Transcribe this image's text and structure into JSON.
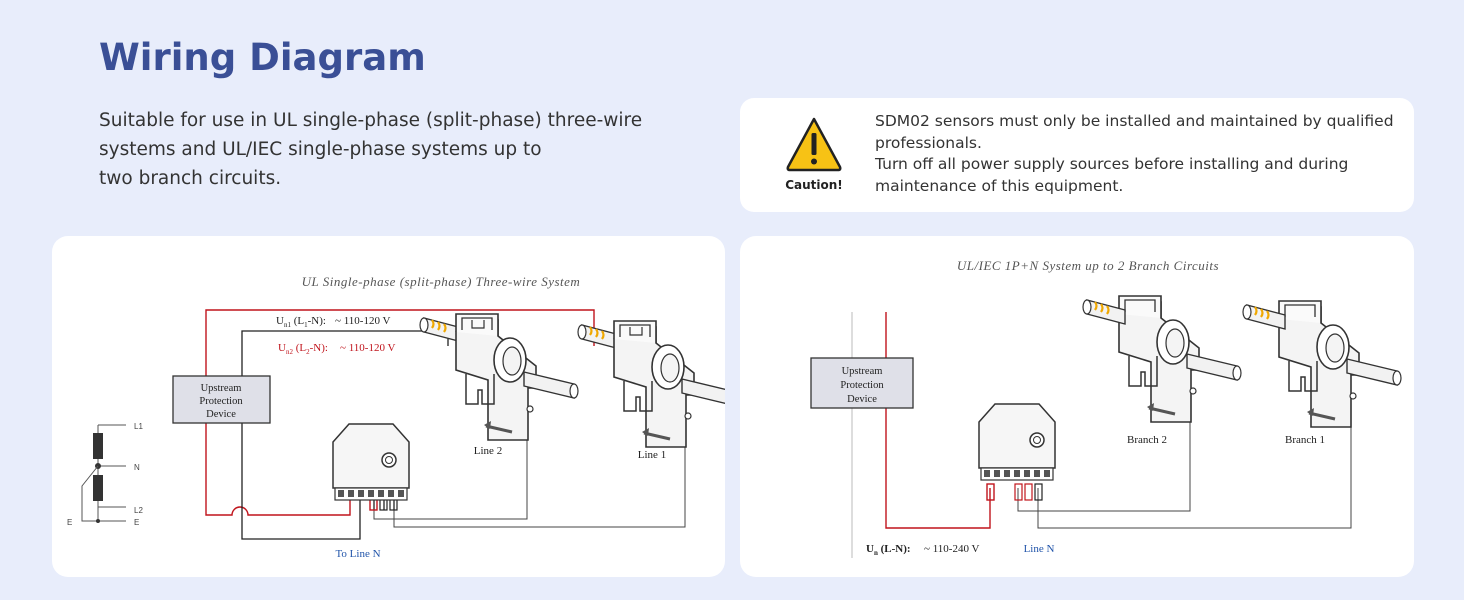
{
  "header": {
    "title": "Wiring Diagram",
    "description_lines": [
      "Suitable for use in UL single-phase (split-phase) three-wire",
      "systems and UL/IEC single-phase systems up to",
      "two branch circuits."
    ]
  },
  "caution": {
    "label": "Caution!",
    "icon": "warning-triangle-icon",
    "lines": [
      "SDM02 sensors must only be installed and maintained by qualified",
      "professionals.",
      "Turn off all power supply sources before installing and during",
      "maintenance of this equipment."
    ]
  },
  "diagram_ul": {
    "title": "UL Single-phase (split-phase) Three-wire System",
    "voltage1": "~ 110-120 V",
    "voltage2": "~ 110-120 V",
    "device_lines": [
      "Upstream",
      "Protection",
      "Device"
    ],
    "line2_label": "Line 2",
    "line1_label": "Line 1",
    "to_line_n": "To Line N",
    "source_labels": {
      "l1": "L1",
      "n": "N",
      "l2": "L2",
      "e_left": "E",
      "e_right": "E"
    },
    "colors": {
      "red_wire": "#c0141c",
      "blue_label": "#2255aa"
    }
  },
  "diagram_iec": {
    "title": "UL/IEC 1P+N System up to 2 Branch Circuits",
    "device_lines": [
      "Upstream",
      "Protection",
      "Device"
    ],
    "branch2_label": "Branch 2",
    "branch1_label": "Branch 1",
    "voltage": "~ 110-240 V",
    "line_n": "Line N"
  }
}
